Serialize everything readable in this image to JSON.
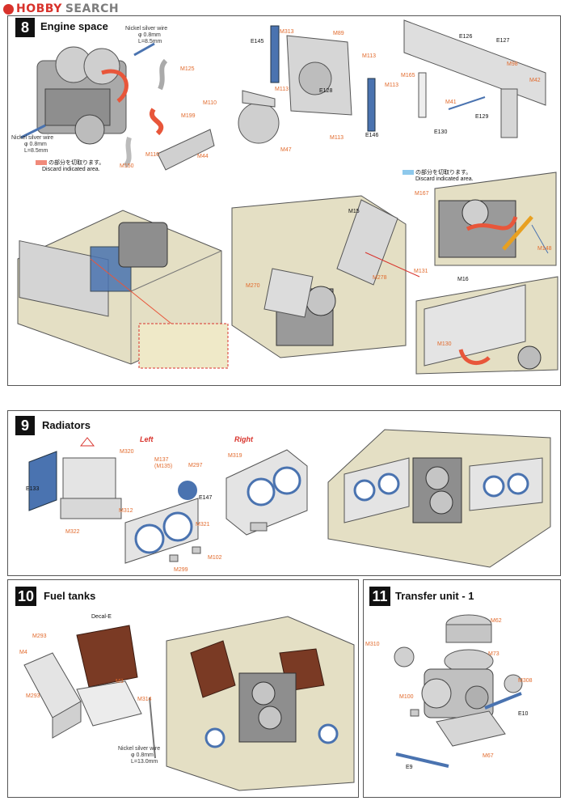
{
  "header": {
    "brand_a": "HOBBY",
    "brand_b": "SEARCH"
  },
  "step8": {
    "number": "8",
    "title": "Engine space",
    "wire_top": {
      "label": "Nickel silver wire",
      "dia": "φ 0.8mm",
      "len": "L=8.5mm"
    },
    "wire_left": {
      "label": "Nickel silver wire",
      "dia": "φ 0.8mm",
      "len": "L=8.5mm"
    },
    "note_red": {
      "jp": "の部分を切取ります。",
      "en": "Discard indicated area."
    },
    "note_blue": {
      "jp": "の部分を切取ります。",
      "en": "Discard indicated area."
    },
    "parts": {
      "m125": "M125",
      "m199": "M199",
      "m110a": "M110",
      "m110b": "M110",
      "m44": "M44",
      "m150": "M150",
      "e145": "E145",
      "m313": "M313",
      "m89": "M89",
      "m113a": "M113",
      "m113b": "M113",
      "m113c": "M113",
      "m113d": "M113",
      "e128": "E128",
      "m47": "M47",
      "e146": "E146",
      "e126": "E126",
      "e127": "E127",
      "m98": "M98",
      "m42": "M42",
      "m165": "M165",
      "m41": "M41",
      "e129": "E129",
      "e130": "E130",
      "m15": "M15",
      "m270": "M270",
      "m278": "M278",
      "m131": "M131",
      "m167": "M167",
      "m148": "M148",
      "m16": "M16",
      "m130": "M130"
    }
  },
  "step9": {
    "number": "9",
    "title": "Radiators",
    "left": "Left",
    "right": "Right",
    "parts": {
      "m320": "M320",
      "e133": "E133",
      "m137": "M137",
      "m135": "(M135)",
      "m297": "M297",
      "e147": "E147",
      "m312": "M312",
      "m321": "M321",
      "m322": "M322",
      "m102": "M102",
      "m299": "M299",
      "m319": "M319"
    }
  },
  "step10": {
    "number": "10",
    "title": "Fuel tanks",
    "decal": "Decal-E",
    "wire": {
      "label": "Nickel silver wire",
      "dia": "φ 0.8mm",
      "len": "L=13.0mm"
    },
    "parts": {
      "m293a": "M293",
      "m4": "M4",
      "m293b": "M293",
      "m3": "M3",
      "m314": "M314"
    }
  },
  "step11": {
    "number": "11",
    "title": "Transfer unit - 1",
    "parts": {
      "m62": "M62",
      "m310": "M310",
      "m73": "M73",
      "m308": "M308",
      "m100": "M100",
      "e10": "E10",
      "e9": "E9",
      "m67": "M67"
    }
  },
  "colors": {
    "hull": "#e4dfc4",
    "hull_dark": "#c9c3a2",
    "grey": "#c8c8c8",
    "blue": "#4a73b0",
    "red": "#e8563a",
    "orange": "#e26a2c",
    "pink": "#f08a7a",
    "lightblue": "#8ec9ec"
  }
}
